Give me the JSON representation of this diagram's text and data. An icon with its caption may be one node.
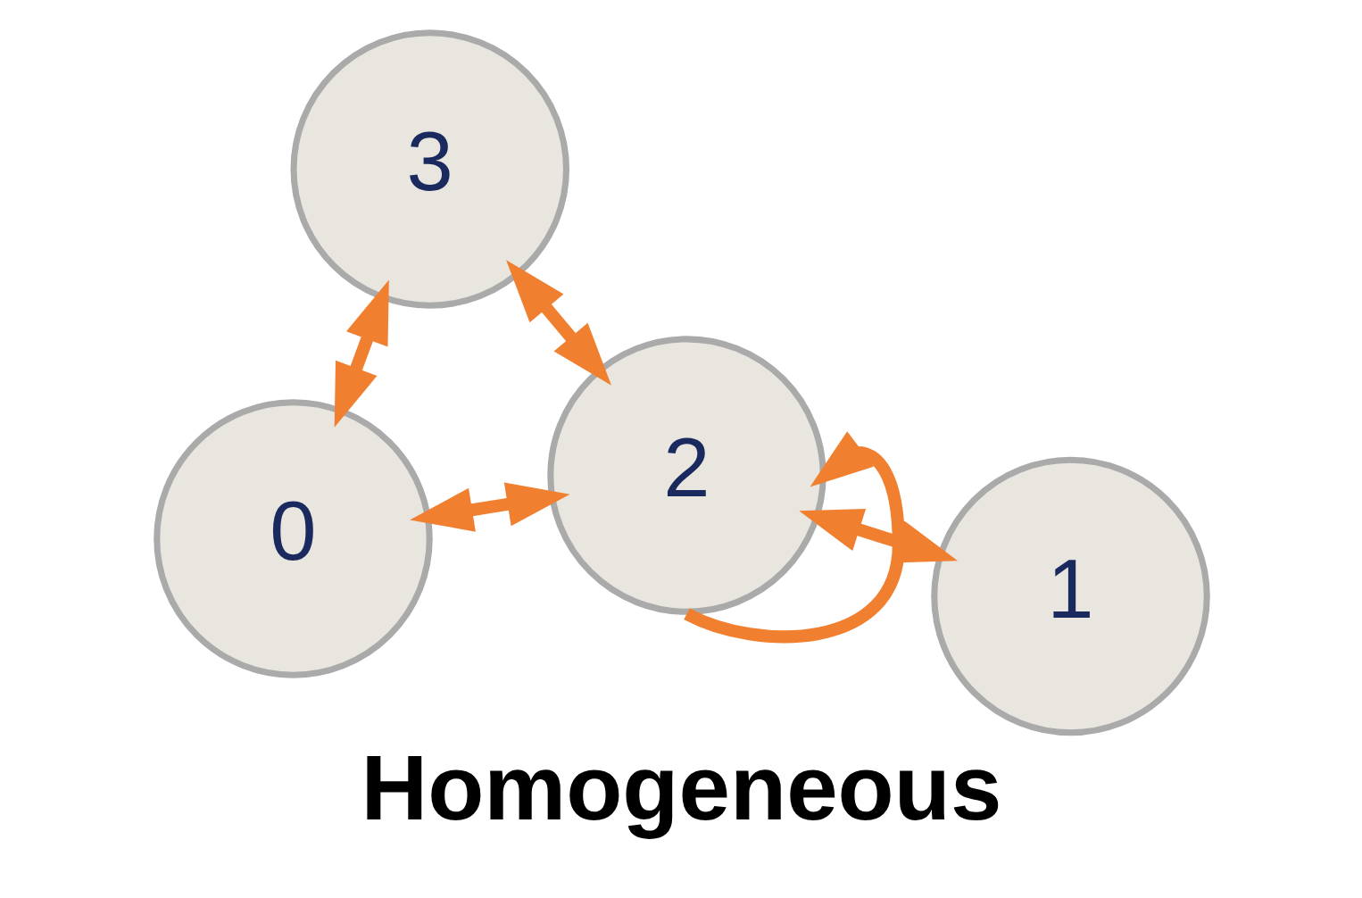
{
  "diagram": {
    "caption": "Homogeneous",
    "nodes": [
      {
        "text": [
          "0"
        ]
      },
      {
        "text": [
          "1"
        ]
      },
      {
        "text": [
          "2"
        ]
      },
      {
        "text": [
          "3"
        ]
      }
    ],
    "edges": [
      {
        "from": 0,
        "to": 2,
        "arrow": "both"
      },
      {
        "from": 1,
        "to": 2,
        "arrow": "both"
      },
      {
        "from": 0,
        "to": 3,
        "arrow": "both"
      },
      {
        "from": 3,
        "to": 2,
        "arrow": "both"
      },
      {
        "from": 2,
        "to": 2,
        "arrow": "to"
      }
    ]
  }
}
